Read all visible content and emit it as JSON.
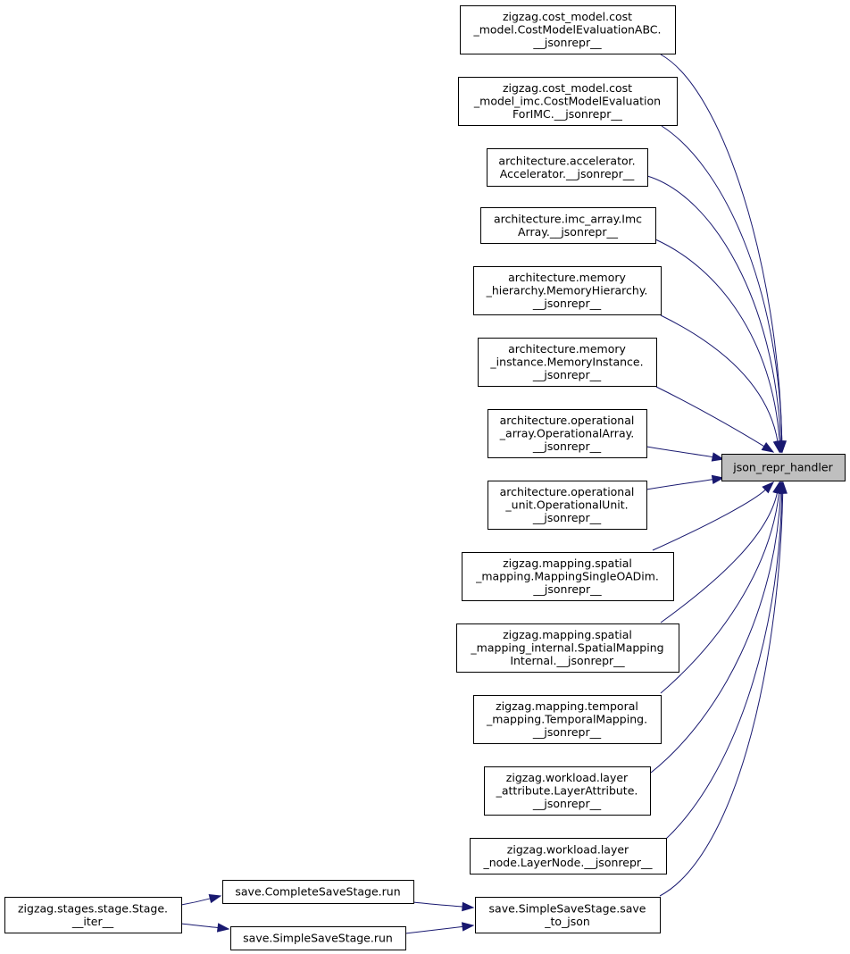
{
  "target": {
    "label": [
      "json_repr_handler"
    ]
  },
  "callers": [
    {
      "id": "cme_abc",
      "label": [
        "zigzag.cost_model.cost",
        "_model.CostModelEvaluationABC.",
        "__jsonrepr__"
      ]
    },
    {
      "id": "cme_imc",
      "label": [
        "zigzag.cost_model.cost",
        "_model_imc.CostModelEvaluation",
        "ForIMC.__jsonrepr__"
      ]
    },
    {
      "id": "accelerator",
      "label": [
        "architecture.accelerator.",
        "Accelerator.__jsonrepr__"
      ]
    },
    {
      "id": "imc_array",
      "label": [
        "architecture.imc_array.Imc",
        "Array.__jsonrepr__"
      ]
    },
    {
      "id": "mem_hier",
      "label": [
        "architecture.memory",
        "_hierarchy.MemoryHierarchy.",
        "__jsonrepr__"
      ]
    },
    {
      "id": "mem_inst",
      "label": [
        "architecture.memory",
        "_instance.MemoryInstance.",
        "__jsonrepr__"
      ]
    },
    {
      "id": "op_array",
      "label": [
        "architecture.operational",
        "_array.OperationalArray.",
        "__jsonrepr__"
      ]
    },
    {
      "id": "op_unit",
      "label": [
        "architecture.operational",
        "_unit.OperationalUnit.",
        "__jsonrepr__"
      ]
    },
    {
      "id": "msoad",
      "label": [
        "zigzag.mapping.spatial",
        "_mapping.MappingSingleOADim.",
        "__jsonrepr__"
      ]
    },
    {
      "id": "smi",
      "label": [
        "zigzag.mapping.spatial",
        "_mapping_internal.SpatialMapping",
        "Internal.__jsonrepr__"
      ]
    },
    {
      "id": "tm",
      "label": [
        "zigzag.mapping.temporal",
        "_mapping.TemporalMapping.",
        "__jsonrepr__"
      ]
    },
    {
      "id": "la",
      "label": [
        "zigzag.workload.layer",
        "_attribute.LayerAttribute.",
        "__jsonrepr__"
      ]
    },
    {
      "id": "ln",
      "label": [
        "zigzag.workload.layer",
        "_node.LayerNode.__jsonrepr__"
      ]
    },
    {
      "id": "sss_save",
      "label": [
        "save.SimpleSaveStage.save",
        "_to_json"
      ]
    },
    {
      "id": "css_run",
      "label": [
        "save.CompleteSaveStage.run"
      ]
    },
    {
      "id": "sss_run",
      "label": [
        "save.SimpleSaveStage.run"
      ]
    },
    {
      "id": "stage_iter",
      "label": [
        "zigzag.stages.stage.Stage.",
        "__iter__"
      ]
    }
  ],
  "edges": [
    [
      "cme_abc",
      "target"
    ],
    [
      "cme_imc",
      "target"
    ],
    [
      "accelerator",
      "target"
    ],
    [
      "imc_array",
      "target"
    ],
    [
      "mem_hier",
      "target"
    ],
    [
      "mem_inst",
      "target"
    ],
    [
      "op_array",
      "target"
    ],
    [
      "op_unit",
      "target"
    ],
    [
      "msoad",
      "target"
    ],
    [
      "smi",
      "target"
    ],
    [
      "tm",
      "target"
    ],
    [
      "la",
      "target"
    ],
    [
      "ln",
      "target"
    ],
    [
      "sss_save",
      "target"
    ],
    [
      "css_run",
      "sss_save"
    ],
    [
      "sss_run",
      "sss_save"
    ],
    [
      "stage_iter",
      "css_run"
    ],
    [
      "stage_iter",
      "sss_run"
    ]
  ],
  "colors": {
    "edge": "#191970",
    "target_fill": "#bfbfbf",
    "node_border": "#000000"
  }
}
